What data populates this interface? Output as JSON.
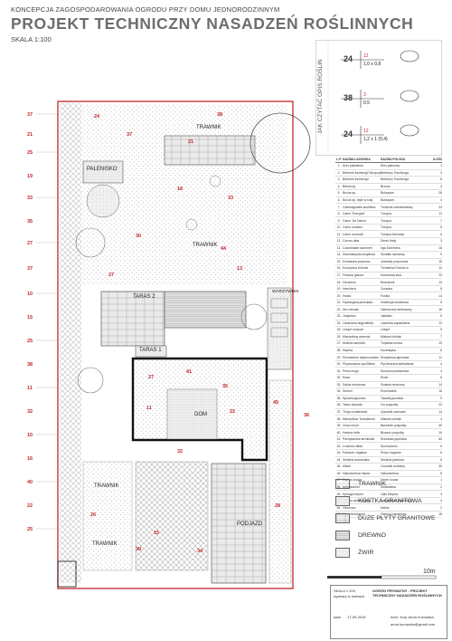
{
  "header": {
    "subtitle": "KONCEPCJA ZAGOSPODAROWANIA OGRODU PRZY DOMU JEDNORODZINNYM",
    "title": "PROJEKT TECHNICZNY NASADZEŃ ROŚLINNYCH",
    "scale": "SKALA 1:100"
  },
  "how_to_read": {
    "caption": "JAK CZYTAĆ OPIS ROŚLIN",
    "examples": [
      {
        "id": "24",
        "count": "12",
        "size": "1,0 x 0,8"
      },
      {
        "id": "38",
        "count": "3",
        "size": "0.5"
      },
      {
        "id": "24",
        "count": "12",
        "size": "1,2 x 1 (0,4)"
      }
    ]
  },
  "areas": {
    "trawnik": "TRAWNIK",
    "palenisko": "PALENISKO",
    "taras1": "TARAS 1",
    "taras2": "TARAS 2",
    "dom": "DOM",
    "warzywnik": "WARZYWNIK",
    "podjazd": "PODJAZD"
  },
  "plant_table": {
    "headers": [
      "L.P.",
      "NAZWA ŁACIŃSKA",
      "NAZWA POLSKA",
      "ILOŚĆ"
    ],
    "rows": [
      [
        "1.",
        "Acer palmatum",
        "Klon palmowy",
        "1"
      ],
      [
        "2.",
        "Berberis thunbergii 'Atropurpurea'",
        "Berberys Thunberga",
        "3"
      ],
      [
        "3.",
        "Berberis thunbergii",
        "Berberys Thunberga",
        "6"
      ],
      [
        "4.",
        "Betula sp.",
        "Brzoza",
        "3"
      ],
      [
        "5.",
        "Buxus sp.",
        "Bukszpan",
        "28"
      ],
      [
        "6.",
        "Buxus sp. style w kulę",
        "Bukszpan",
        "4"
      ],
      [
        "7.",
        "Calamagrostis acutiflora",
        "Trzcinnik ostrokwiatowy",
        "24"
      ],
      [
        "8.",
        "Carex 'Evergold'",
        "Turzyca",
        "11"
      ],
      [
        "9.",
        "Carex 'Ice Dance'",
        "Turzyca",
        "7"
      ],
      [
        "10.",
        "Carex comans",
        "Turzyca",
        "5"
      ],
      [
        "11.",
        "Carex morrowii",
        "Turzyca Morrowa",
        "6"
      ],
      [
        "12.",
        "Cornus alba",
        "Dereń biały",
        "3"
      ],
      [
        "13.",
        "Cotoneaster dammeri",
        "Irga Dammera",
        "16"
      ],
      [
        "14.",
        "Deschampsia cespitosa",
        "Śmiałek darniowy",
        "9"
      ],
      [
        "15.",
        "Echinacea purpurea",
        "Jeżówka purpurowa",
        "15"
      ],
      [
        "16.",
        "Euonymus fortunei",
        "Trzmielina Fortune'a",
        "12"
      ],
      [
        "17.",
        "Festuca glauca",
        "Kostrzewa sina",
        "20"
      ],
      [
        "18.",
        "Geranium",
        "Bodziszek",
        "10"
      ],
      [
        "19.",
        "Heuchera",
        "Żurawka",
        "8"
      ],
      [
        "20.",
        "Hosta",
        "Funkia",
        "14"
      ],
      [
        "21.",
        "Hydrangea paniculata",
        "Hortensja bukietowa",
        "5"
      ],
      [
        "22.",
        "Ilex crenata",
        "Ostrokrzew karbowany",
        "18"
      ],
      [
        "23.",
        "Juniperus",
        "Jałowiec",
        "6"
      ],
      [
        "24.",
        "Lavandula angustifolia",
        "Lawenda wąskolistna",
        "12"
      ],
      [
        "25.",
        "Liriope muscari",
        "Liriope",
        "9"
      ],
      [
        "26.",
        "Miscanthus sinensis",
        "Miskant chiński",
        "7"
      ],
      [
        "27.",
        "Molinia caerulea",
        "Trzęślica modra",
        "10"
      ],
      [
        "28.",
        "Nepeta",
        "Kocimiętka",
        "8"
      ],
      [
        "29.",
        "Pennisetum alopecuroides",
        "Rozplenica japońska",
        "11"
      ],
      [
        "30.",
        "Physocarpus opulifolius",
        "Pęcherznica kalinolistna",
        "4"
      ],
      [
        "31.",
        "Pinus mugo",
        "Sosna kosodrzewina",
        "3"
      ],
      [
        "32.",
        "Rosa",
        "Róża",
        "6"
      ],
      [
        "33.",
        "Salvia nemorosa",
        "Szałwia omszona",
        "14"
      ],
      [
        "34.",
        "Sedum",
        "Rozchodnik",
        "16"
      ],
      [
        "35.",
        "Spiraea japonica",
        "Tawuła japońska",
        "9"
      ],
      [
        "36.",
        "Taxus baccata",
        "Cis pospolity",
        "22"
      ],
      [
        "37.",
        "Thuja occidentalis",
        "Żywotnik zachodni",
        "14"
      ],
      [
        "38.",
        "Miscanthus 'Gracillimus'",
        "Miskant chiński",
        "3"
      ],
      [
        "39.",
        "Vinca minor",
        "Barwinek pospolity",
        "40"
      ],
      [
        "40.",
        "Hedera helix",
        "Bluszcz pospolity",
        "10"
      ],
      [
        "41.",
        "Pachysandra terminalis",
        "Runianka japońska",
        "60"
      ],
      [
        "42.",
        "Lonicera nitida",
        "Suchodrzew",
        "5"
      ],
      [
        "43.",
        "Panicum virgatum",
        "Proso rózgowe",
        "6"
      ],
      [
        "44.",
        "Sesleria autumnalis",
        "Sesleria jesienna",
        "8"
      ],
      [
        "45.",
        "Allium",
        "Czosnek ozdobny",
        "30"
      ],
      [
        "46.",
        "Hakonechloa macra",
        "Hakonechloa",
        "6"
      ],
      [
        "47.",
        "Cornus kousa",
        "Dereń kousa",
        "1"
      ],
      [
        "48.",
        "Amelanchier",
        "Świdośliwa",
        "2"
      ],
      [
        "49.",
        "Syringa meyeri",
        "Lilak Meyera",
        "3"
      ],
      [
        "50.",
        "Prunus laurocerasus",
        "Laurowiśnia wschodnia",
        "4"
      ],
      [
        "51.",
        "Viburnum",
        "Kalina",
        "2"
      ],
      [
        "52.",
        "Stipa tenuissima",
        "Ostnica najcieńsza",
        "18"
      ]
    ]
  },
  "surface_legend": [
    {
      "label": "TRAWNIK",
      "color": "#ffffff",
      "pattern": "dots"
    },
    {
      "label": "KOSTKA GRANITOWA",
      "color": "#ececec",
      "pattern": "grid"
    },
    {
      "label": "DUŻE PŁYTY GRANITOWE",
      "color": "#e2e2e2",
      "pattern": "slabs"
    },
    {
      "label": "DREWNO",
      "color": "#d8d8d8",
      "pattern": "lines"
    },
    {
      "label": "ŻWIR",
      "color": "#f2f2f2",
      "pattern": "speckle"
    }
  ],
  "scale_bar": "10m",
  "title_block": {
    "scale": "SKALA 1:100,",
    "units": "wymiary w metrach",
    "project_label": "OGRÓD PRYWATNY - PROJEKT TECHNICZNY NASADZEŃ ROŚLINNYCH",
    "date_label": "data",
    "date": "17-09-2018",
    "author": "Arch. Kraj. Anna Kurowska",
    "contact": "anna.kurowska@gmail.com"
  },
  "colors": {
    "plot_border": "#c0272d",
    "accent_number": "#c0272d"
  }
}
